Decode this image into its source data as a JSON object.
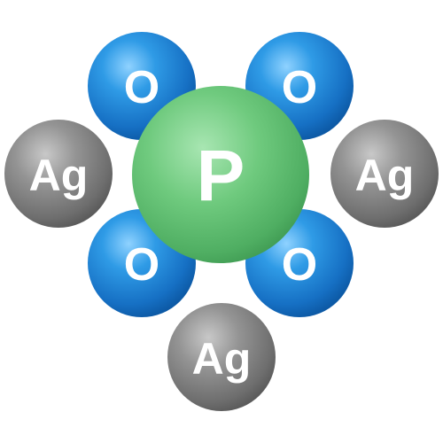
{
  "molecule": {
    "atoms": [
      {
        "id": "o-top-left",
        "element": "O",
        "label": "O",
        "kind": "oxygen"
      },
      {
        "id": "o-top-right",
        "element": "O",
        "label": "O",
        "kind": "oxygen"
      },
      {
        "id": "ag-left",
        "element": "Ag",
        "label": "Ag",
        "kind": "silver"
      },
      {
        "id": "ag-right",
        "element": "Ag",
        "label": "Ag",
        "kind": "silver"
      },
      {
        "id": "p-center",
        "element": "P",
        "label": "P",
        "kind": "phosphorus"
      },
      {
        "id": "o-bottom-left",
        "element": "O",
        "label": "O",
        "kind": "oxygen"
      },
      {
        "id": "o-bottom-right",
        "element": "O",
        "label": "O",
        "kind": "oxygen"
      },
      {
        "id": "ag-bottom",
        "element": "Ag",
        "label": "Ag",
        "kind": "silver"
      }
    ]
  },
  "colors": {
    "oxygen": "#1e88d8",
    "silver": "#8c8c8c",
    "phosphorus": "#6fca7e",
    "label": "#ffffff"
  }
}
